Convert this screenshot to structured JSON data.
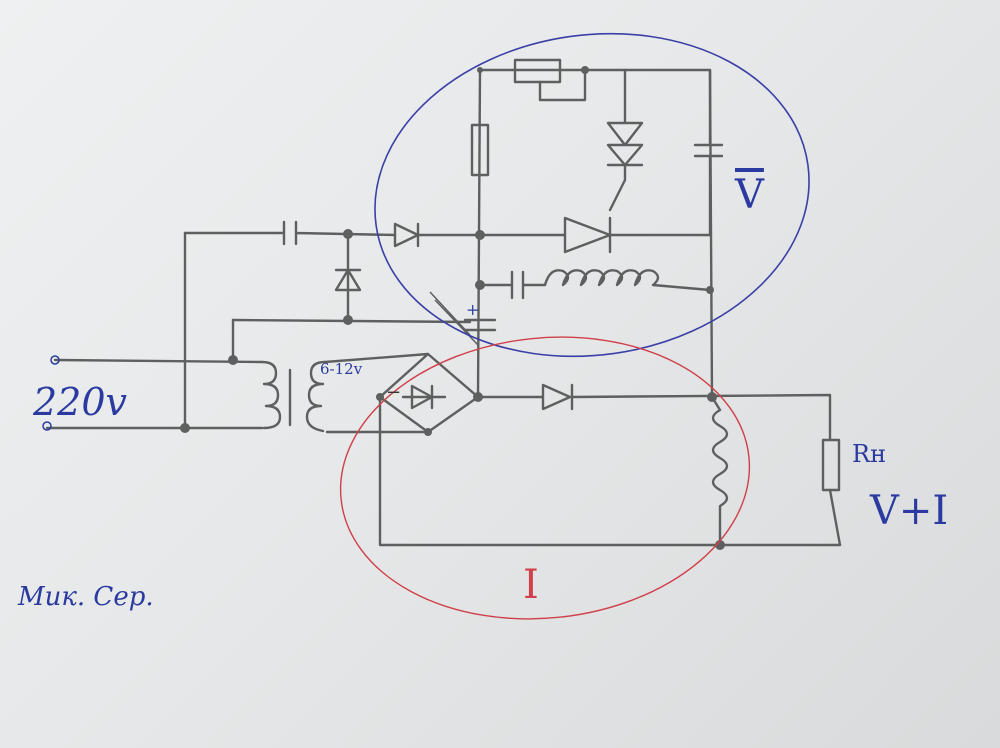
{
  "labels": {
    "input_voltage": "220v",
    "secondary_voltage": "6-12v",
    "voltage_block": "V",
    "current_block": "I",
    "load_resistor": "Rн",
    "output": "V+I",
    "signature": "Мик. Сер.",
    "cap_polarity": "+",
    "bridge_minus": "−"
  },
  "colors": {
    "pencil": "#5d605f",
    "blue_ink": "#2a3aa0",
    "red_ink": "#d0404a"
  }
}
